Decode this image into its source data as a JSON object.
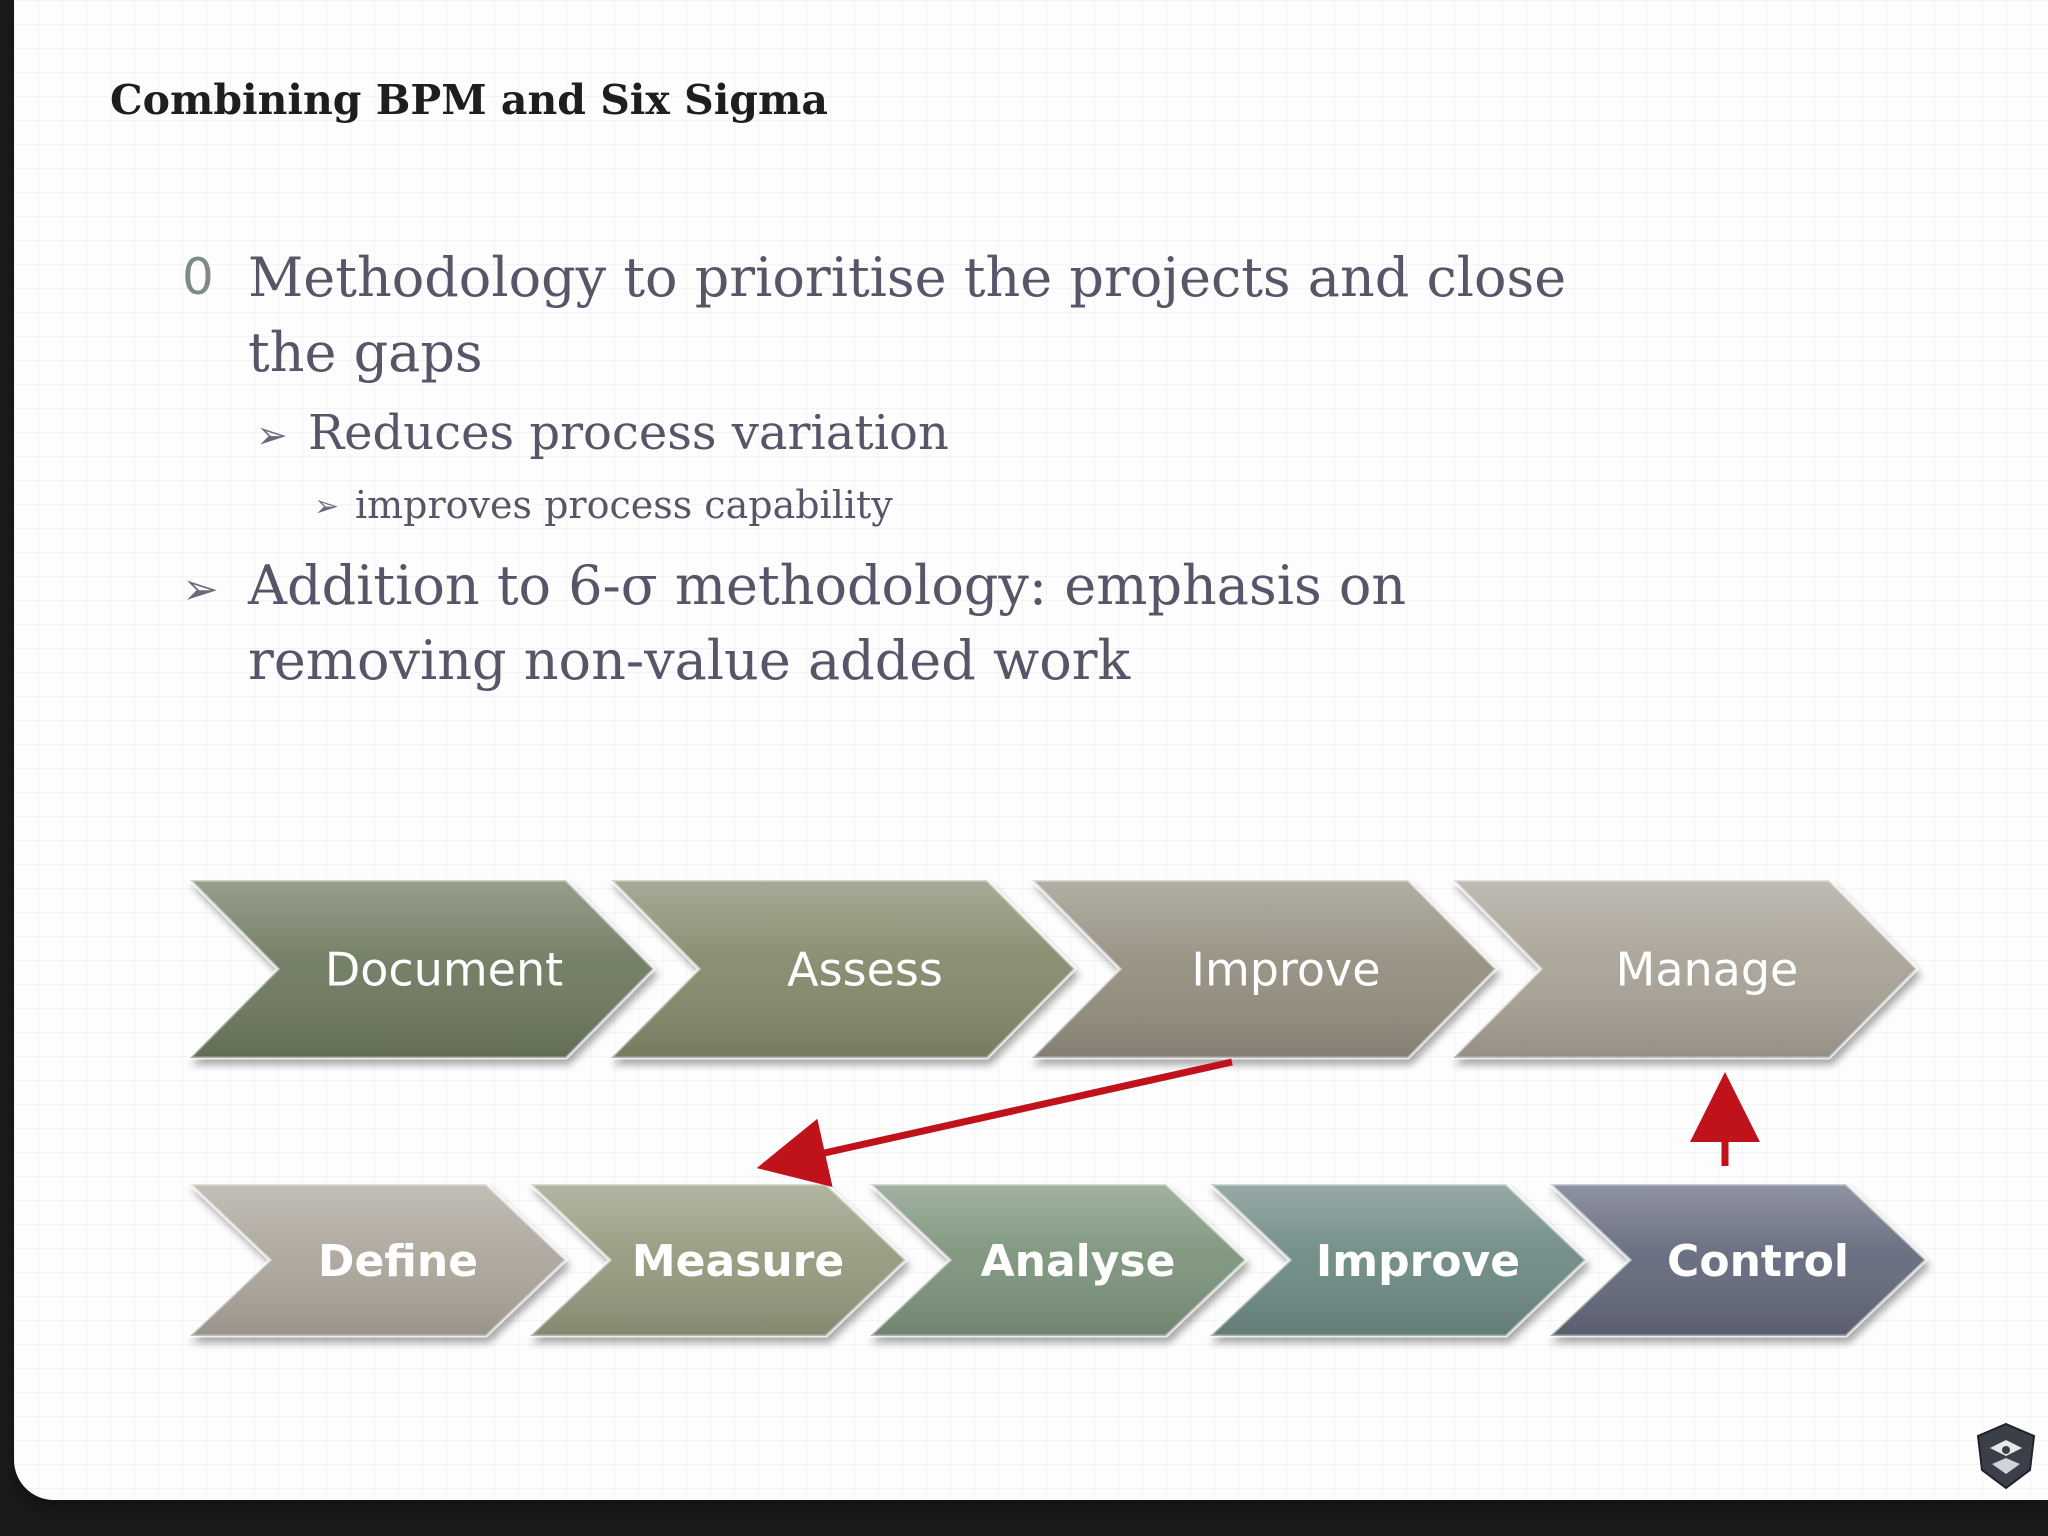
{
  "slide": {
    "title": "Combining BPM and Six Sigma",
    "bullets": [
      {
        "marker": "0",
        "text": "Methodology to prioritise the projects and close the gaps"
      },
      {
        "marker": "➢",
        "text": "Reduces process variation"
      },
      {
        "marker": "➢",
        "text": "improves process capability"
      },
      {
        "marker": "➢",
        "text": "Addition to 6-σ methodology: emphasis on removing non-value added work"
      }
    ]
  },
  "diagram": {
    "bpm_steps": [
      "Document",
      "Assess",
      "Improve",
      "Manage"
    ],
    "six_sigma_steps": [
      "Define",
      "Measure",
      "Analyse",
      "Improve",
      "Control"
    ],
    "bpm_colors": [
      "#6e7a60",
      "#858a6c",
      "#948f80",
      "#a8a296"
    ],
    "six_sigma_colors": [
      "#aca69b",
      "#959a7e",
      "#7d947c",
      "#6e8a84",
      "#646a7c"
    ],
    "arrow_color": "#c0121a"
  },
  "logo": {
    "icon": "university-shield-icon"
  }
}
